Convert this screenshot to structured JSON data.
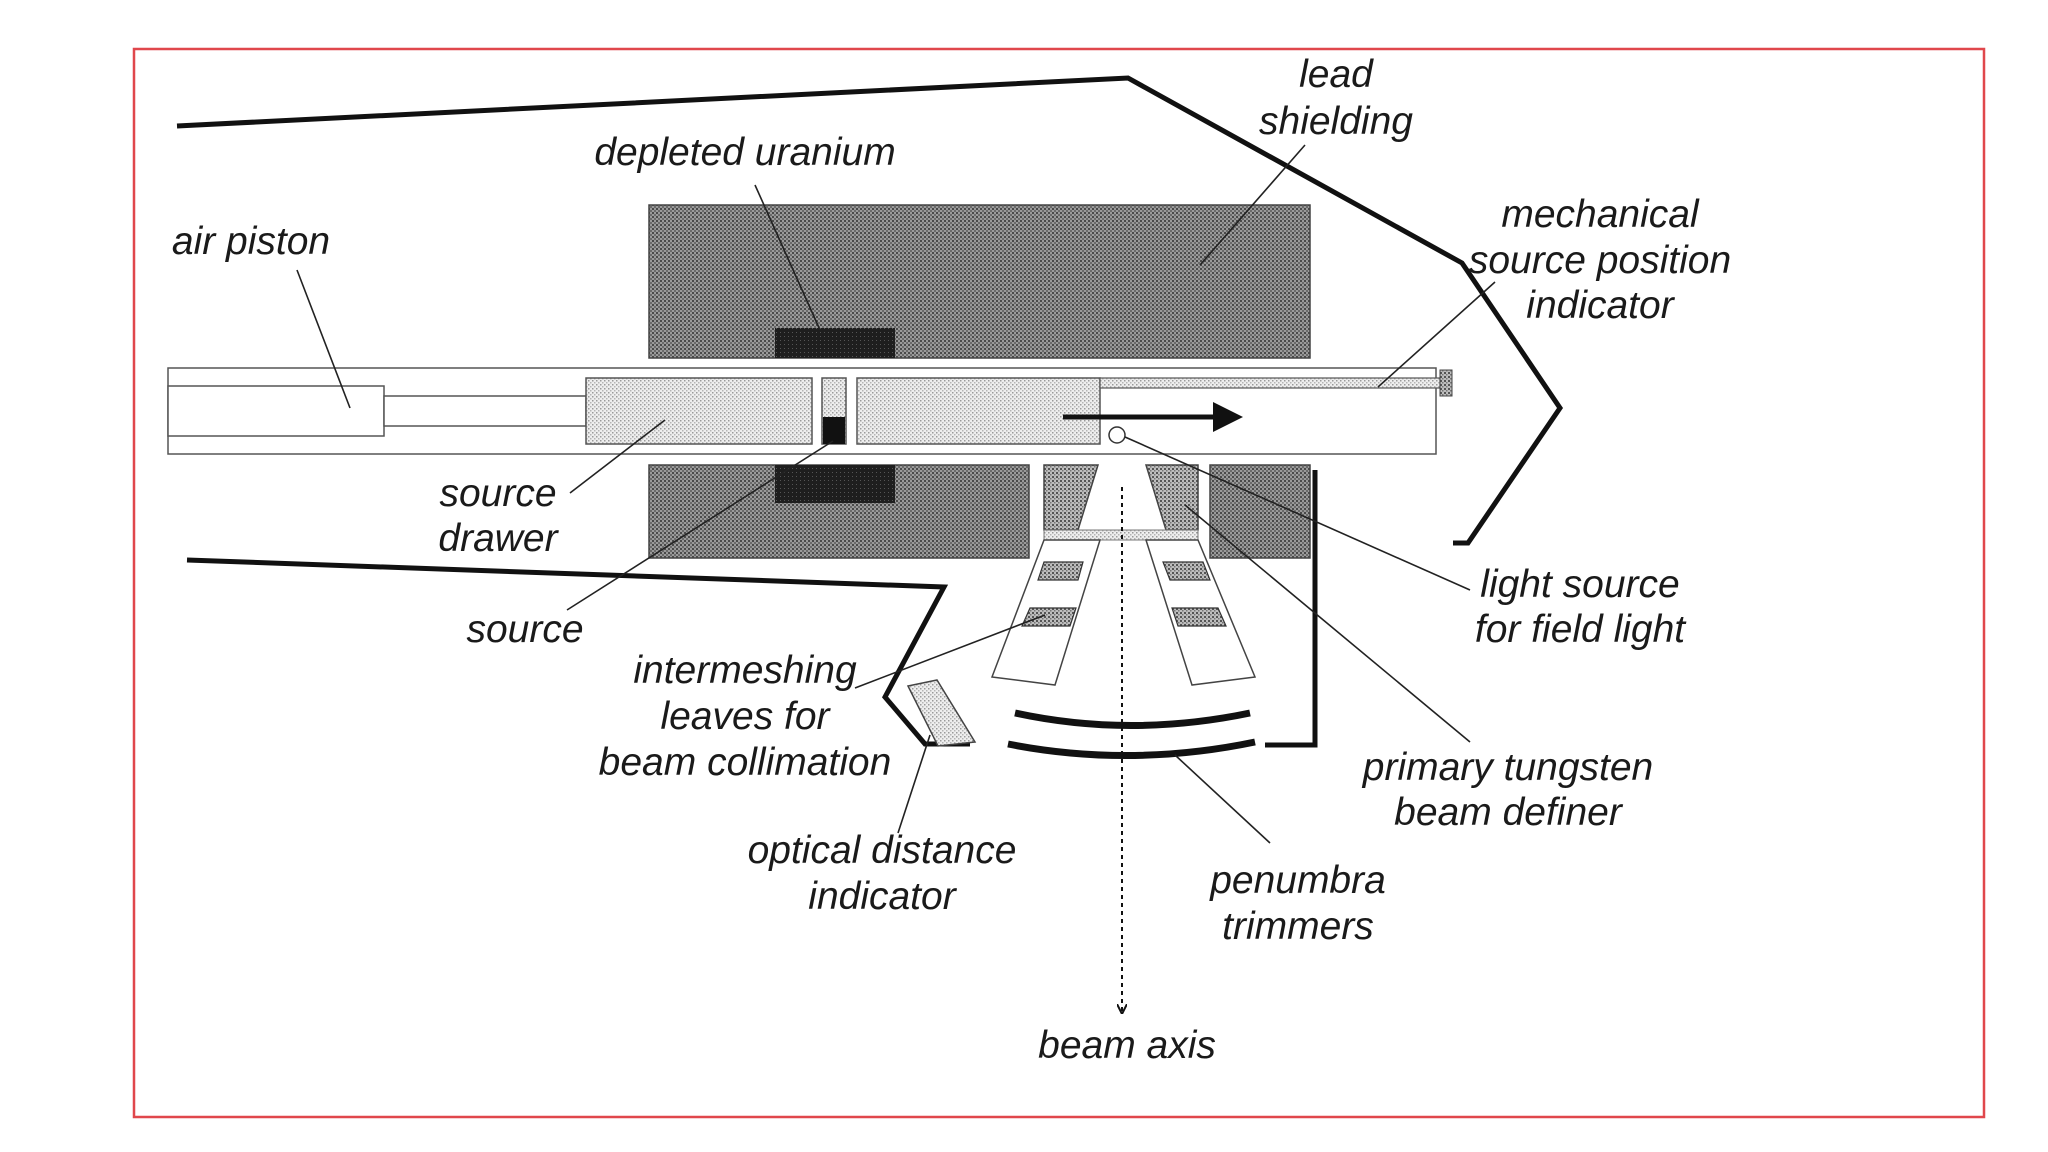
{
  "colors": {
    "frame": "#e0474c",
    "ink": "#111111",
    "lead": "#8a8a8a",
    "uranium": "#2a2a2a",
    "drawer": "#d9d9d9",
    "tungsten": "#7d7d7d"
  },
  "labels": {
    "lead_shielding_1": "lead",
    "lead_shielding_2": "shielding",
    "depleted_uranium": "depleted uranium",
    "air_piston": "air piston",
    "mechanical_1": "mechanical",
    "mechanical_2": "source position",
    "mechanical_3": "indicator",
    "source_drawer_1": "source",
    "source_drawer_2": "drawer",
    "source": "source",
    "light_source_1": "light source",
    "light_source_2": "for field light",
    "leaves_1": "intermeshing",
    "leaves_2": "leaves for",
    "leaves_3": "beam collimation",
    "tungsten_1": "primary tungsten",
    "tungsten_2": "beam definer",
    "optical_1": "optical distance",
    "optical_2": "indicator",
    "penumbra_1": "penumbra",
    "penumbra_2": "trimmers",
    "beam_axis": "beam axis"
  }
}
